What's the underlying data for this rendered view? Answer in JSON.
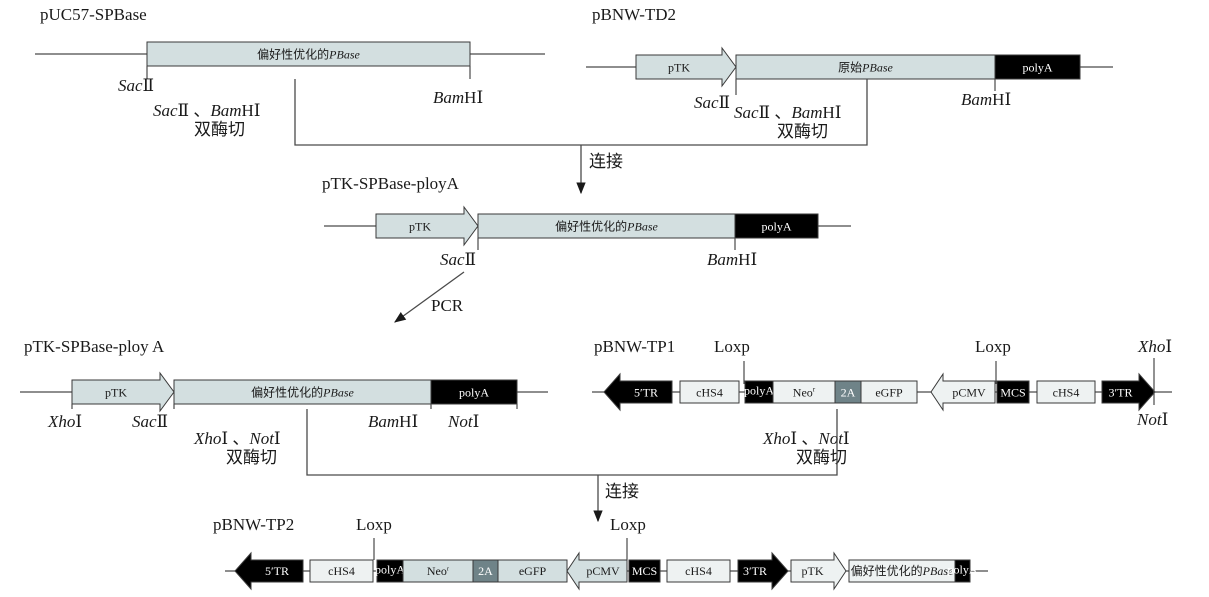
{
  "colors": {
    "light_fill": "#d3dfe0",
    "white_fill": "#eef2f2",
    "black_fill": "#000000",
    "gray_fill": "#6f8388",
    "stroke": "#3a3a3a"
  },
  "constructs": [
    {
      "id": "puc57",
      "name": "pUC57-SPBase",
      "elements": [
        {
          "type": "box",
          "label": "偏好性优化的",
          "label_italic": "PBase",
          "fill": "light"
        }
      ],
      "sites": [
        {
          "label_italic": "Sac",
          "label": "Ⅱ"
        },
        {
          "label_italic": "Bam",
          "label": "HⅠ"
        }
      ]
    },
    {
      "id": "td2",
      "name": "pBNW-TD2",
      "elements": [
        {
          "type": "arrow-right",
          "label": "pTK",
          "fill": "light"
        },
        {
          "type": "box",
          "label": "原始",
          "label_italic": "PBase",
          "fill": "light"
        },
        {
          "type": "box",
          "label": "polyA",
          "fill": "black"
        }
      ],
      "sites": [
        {
          "label_italic": "Sac",
          "label": "Ⅱ"
        },
        {
          "label_italic": "Bam",
          "label": "HⅠ"
        }
      ]
    },
    {
      "id": "ptk-sp",
      "name": "pTK-SPBase-ployA",
      "elements": [
        {
          "type": "arrow-right",
          "label": "pTK",
          "fill": "light"
        },
        {
          "type": "box",
          "label": "偏好性优化的",
          "label_italic": "PBase",
          "fill": "light"
        },
        {
          "type": "box",
          "label": "polyA",
          "fill": "black"
        }
      ],
      "sites": [
        {
          "label_italic": "Sac",
          "label": "Ⅱ"
        },
        {
          "label_italic": "Bam",
          "label": "HⅠ"
        }
      ]
    },
    {
      "id": "ptk-sp2",
      "name": "pTK-SPBase-ploy A",
      "elements": [
        {
          "type": "arrow-right",
          "label": "pTK",
          "fill": "light"
        },
        {
          "type": "box",
          "label": "偏好性优化的",
          "label_italic": "PBase",
          "fill": "light"
        },
        {
          "type": "box",
          "label": "polyA",
          "fill": "black"
        }
      ],
      "sites": [
        {
          "label_italic": "Xho",
          "label": "Ⅰ"
        },
        {
          "label_italic": "Sac",
          "label": "Ⅱ"
        },
        {
          "label_italic": "Bam",
          "label": "HⅠ"
        },
        {
          "label_italic": "Not",
          "label": "Ⅰ"
        }
      ]
    },
    {
      "id": "tp1",
      "name": "pBNW-TP1",
      "elements": [
        {
          "type": "arrow-left",
          "label": "5′TR",
          "fill": "black"
        },
        {
          "type": "box",
          "label": "cHS4",
          "fill": "white"
        },
        {
          "type": "box",
          "label": "polyA",
          "fill": "black"
        },
        {
          "type": "box",
          "label": "Neo",
          "sup": "r",
          "fill": "white"
        },
        {
          "type": "box",
          "label": "2A",
          "fill": "gray"
        },
        {
          "type": "box",
          "label": "eGFP",
          "fill": "white"
        },
        {
          "type": "arrow-left",
          "label": "pCMV",
          "fill": "white"
        },
        {
          "type": "box",
          "label": "MCS",
          "fill": "black"
        },
        {
          "type": "box",
          "label": "cHS4",
          "fill": "white"
        },
        {
          "type": "arrow-right",
          "label": "3′TR",
          "fill": "black"
        }
      ],
      "sites": [
        {
          "label": "Loxp"
        },
        {
          "label": "Loxp"
        },
        {
          "label_italic": "Xho",
          "label": "Ⅰ"
        },
        {
          "label_italic": "Not",
          "label": "Ⅰ"
        }
      ]
    },
    {
      "id": "tp2",
      "name": "pBNW-TP2",
      "elements": [
        {
          "type": "arrow-left",
          "label": "5′TR",
          "fill": "black"
        },
        {
          "type": "box",
          "label": "cHS4",
          "fill": "white"
        },
        {
          "type": "box",
          "label": "polyA",
          "fill": "black"
        },
        {
          "type": "box",
          "label": "Neo",
          "sup": "r",
          "fill": "light"
        },
        {
          "type": "box",
          "label": "2A",
          "fill": "gray"
        },
        {
          "type": "box",
          "label": "eGFP",
          "fill": "light"
        },
        {
          "type": "arrow-left",
          "label": "pCMV",
          "fill": "light"
        },
        {
          "type": "box",
          "label": "MCS",
          "fill": "black"
        },
        {
          "type": "box",
          "label": "cHS4",
          "fill": "white"
        },
        {
          "type": "arrow-right",
          "label": "3′TR",
          "fill": "black"
        },
        {
          "type": "arrow-right",
          "label": "pTK",
          "fill": "white"
        },
        {
          "type": "box",
          "label": "偏好性优化的",
          "label_italic": "PBase",
          "fill": "white"
        },
        {
          "type": "box",
          "label": "polyA",
          "fill": "black"
        }
      ],
      "sites": [
        {
          "label": "Loxp"
        },
        {
          "label": "Loxp"
        }
      ]
    }
  ],
  "steps": {
    "digest1_left": {
      "italic1": "Sac",
      "t1": "Ⅱ 、",
      "italic2": "Bam",
      "t2": "HⅠ",
      "line2": "双酶切"
    },
    "digest1_right": {
      "italic1": "Sac",
      "t1": "Ⅱ 、",
      "italic2": "Bam",
      "t2": "HⅠ",
      "line2": "双酶切"
    },
    "ligate1": "连接",
    "pcr": "PCR",
    "digest2_left": {
      "italic1": "Xho",
      "t1": "Ⅰ 、",
      "italic2": "Not",
      "t2": "Ⅰ",
      "line2": "双酶切"
    },
    "digest2_right": {
      "italic1": "Xho",
      "t1": "Ⅰ 、",
      "italic2": "Not",
      "t2": "Ⅰ",
      "line2": "双酶切"
    },
    "ligate2": "连接"
  }
}
